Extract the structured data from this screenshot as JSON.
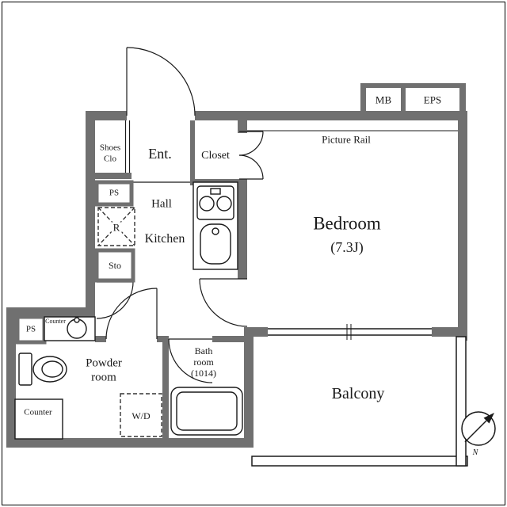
{
  "colors": {
    "wall": "#707070",
    "line": "#1a1a1a",
    "background": "#ffffff"
  },
  "labels": {
    "mb": "MB",
    "eps": "EPS",
    "shoes_closet_line1": "Shoes",
    "shoes_closet_line2": "Clo",
    "entrance": "Ent.",
    "closet": "Closet",
    "picture_rail": "Picture Rail",
    "pipe_space_upper": "PS",
    "hall": "Hall",
    "refrigerator": "R",
    "kitchen": "Kitchen",
    "storage": "Sto",
    "bedroom": "Bedroom",
    "bedroom_size": "(7.3J)",
    "pipe_space_lower": "PS",
    "counter_small": "Counter",
    "powder_room_line1": "Powder",
    "powder_room_line2": "room",
    "bath_room_line1": "Bath",
    "bath_room_line2": "room",
    "bath_room_line3": "(1014)",
    "washer_dryer": "W/D",
    "counter_bottom": "Counter",
    "balcony": "Balcony",
    "compass_north": "N"
  }
}
